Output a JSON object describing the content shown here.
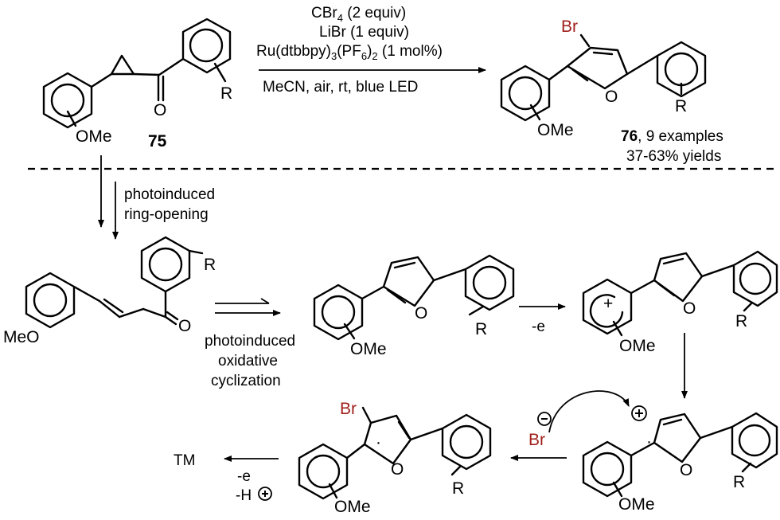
{
  "top_reaction": {
    "conditions": {
      "line1_main": "CBr",
      "line1_sub": "4",
      "line1_rest": " (2 equiv)",
      "line2": "LiBr (1 equiv)",
      "line3_a": "Ru(dtbbpy)",
      "line3_sub1": "3",
      "line3_b": "(PF",
      "line3_sub2": "6",
      "line3_c": ")",
      "line3_sub3": "2",
      "line3_d": " (1 mol%)",
      "below_arrow": "MeCN, air, rt, blue LED"
    },
    "substrate_label": "75",
    "product_label_bold": "76",
    "product_label_rest": ", 9 examples",
    "product_yield": "37-63% yields"
  },
  "atoms": {
    "O": "O",
    "R": "R",
    "OMe": "OMe",
    "MeO": "MeO",
    "Br": "Br",
    "plus": "+",
    "radical_dot": "·"
  },
  "mechanism": {
    "ring_opening_line1": "photoinduced",
    "ring_opening_line2": "ring-opening",
    "cyclization_line1": "photoinduced",
    "cyclization_line2": "oxidative",
    "cyclization_line3": "cyclization",
    "oxidation_label": "-e",
    "bromide_label": "Br",
    "final_line1": "-e",
    "final_line2": "-H",
    "final_product": "TM"
  },
  "colors": {
    "bromine": "#a0201c",
    "ink": "#000000"
  }
}
